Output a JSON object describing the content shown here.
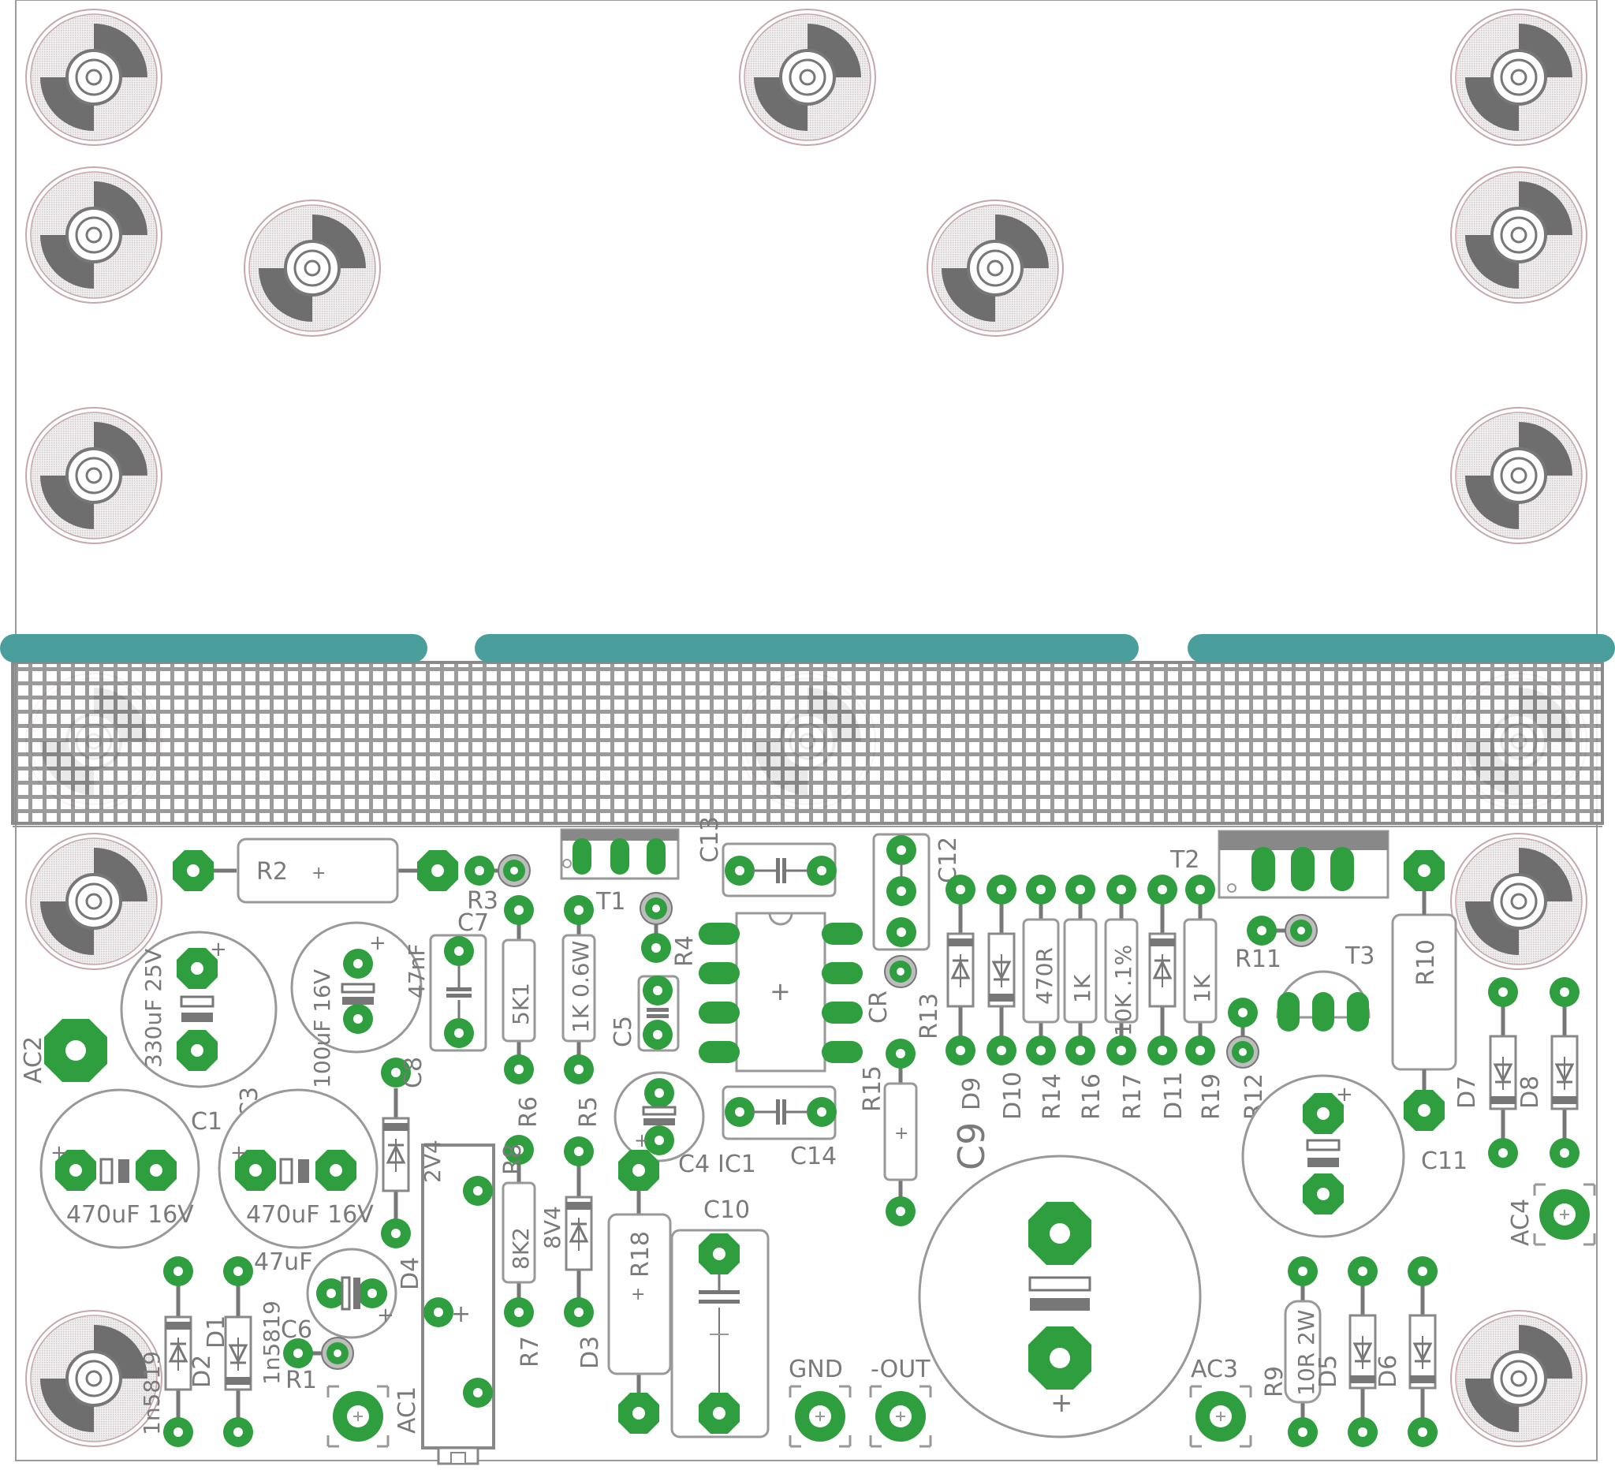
{
  "colors": {
    "background": "#ffffff",
    "copper_pad": "#2e9e3e",
    "silkscreen": "#8c8c8c",
    "outline": "#a8a8a8",
    "heatsink_bar": "#4a9e9c",
    "mesh": "#8a8a8a",
    "mount_ring": "#c7a7ad",
    "mount_hatch": "#e6e6e6"
  },
  "labels": {
    "R2": "R2",
    "R3": "R3",
    "C7": "C7",
    "T1": "T1",
    "R4": "R4",
    "C13": "C13",
    "C12": "C12",
    "T2": "T2",
    "R11": "R11",
    "T3": "T3",
    "R10": "R10",
    "C1val": "330uF 25V",
    "C1": "C1",
    "C2val": "100uF 16V",
    "C3": "C3",
    "C7val": "47nF",
    "AC2": "AC2",
    "R6val": "5K1",
    "R5val": "1K 0.6W",
    "C5": "C5",
    "R6": "R6",
    "R5": "R5",
    "C8": "C8",
    "CR": "CR",
    "R13": "R13",
    "R15": "R15",
    "D9": "D9",
    "D10": "D10",
    "R14": "R14",
    "R16": "R16",
    "R17": "R17",
    "D11": "D11",
    "R19": "R19",
    "R12": "R12",
    "R14val": "470R",
    "R16val": "1K",
    "R17val": "10K .1%",
    "R19val": "1K",
    "C4": "C4",
    "IC1": "IC1",
    "C14": "C14",
    "C9": "C9",
    "C11": "C11",
    "D7": "D7",
    "D8": "D8",
    "C1a": "470uF 16V",
    "C3a": "470uF 16V",
    "D4": "D4",
    "Z2V4": "2V4",
    "R8": "R8",
    "R8val": "8K2",
    "Z8V4": "8V4",
    "R18": "R18",
    "C10": "C10",
    "C6val": "47uF",
    "C6": "C6",
    "R1": "R1",
    "D2": "D2",
    "D1": "D1",
    "D2val": "1n5819",
    "D1val": "1n5819",
    "AC1": "AC1",
    "R7": "R7",
    "D3": "D3",
    "GND": "GND",
    "OUT": "-OUT",
    "AC3": "AC3",
    "R9": "R9",
    "R9val": "10R 2W",
    "D5": "D5",
    "D6": "D6",
    "AC4": "AC4"
  }
}
